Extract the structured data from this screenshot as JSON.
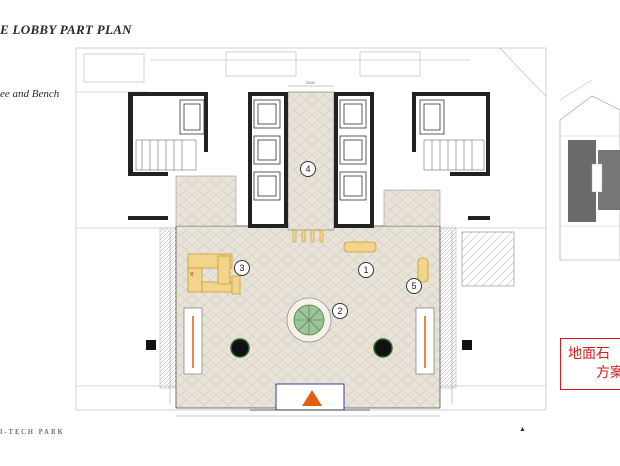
{
  "header": {
    "title": "E LOBBY PART PLAN",
    "subtitle": "ee and Bench"
  },
  "footer": {
    "project": "I-TECH PARK",
    "mark": "▲"
  },
  "plan": {
    "markers": [
      "1",
      "2",
      "3",
      "4",
      "5"
    ],
    "dimension_label": "2000",
    "accent_color": "#e06010"
  },
  "key_plan": {
    "note_line1": "地面石",
    "note_line2": "方案"
  }
}
